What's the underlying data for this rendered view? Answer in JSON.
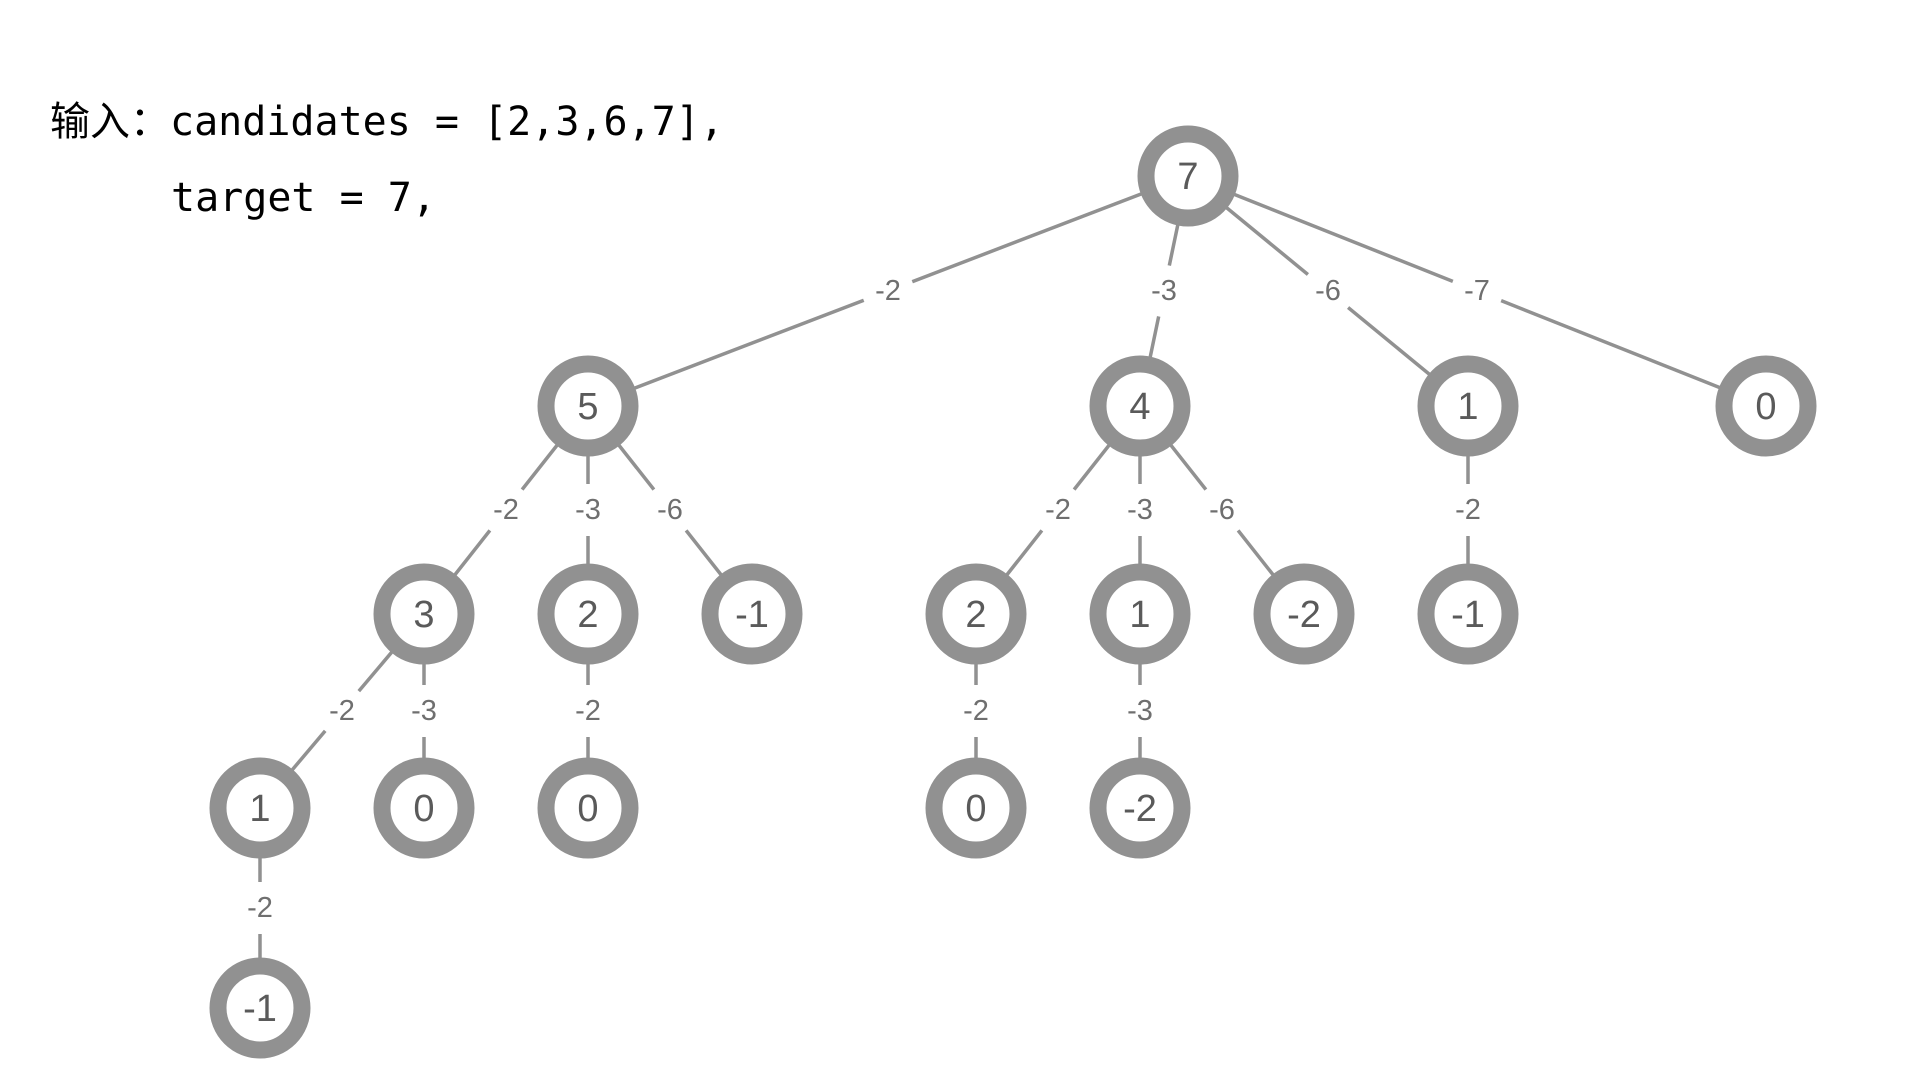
{
  "input": {
    "prefix": "输入：",
    "line1": "candidates = [2,3,6,7],",
    "line2": "target = 7,"
  },
  "tree": {
    "nodes": [
      {
        "id": "n0",
        "value": "7"
      },
      {
        "id": "n1",
        "value": "5"
      },
      {
        "id": "n2",
        "value": "4"
      },
      {
        "id": "n3",
        "value": "1"
      },
      {
        "id": "n4",
        "value": "0"
      },
      {
        "id": "n5",
        "value": "3"
      },
      {
        "id": "n6",
        "value": "2"
      },
      {
        "id": "n7",
        "value": "-1"
      },
      {
        "id": "n8",
        "value": "2"
      },
      {
        "id": "n9",
        "value": "1"
      },
      {
        "id": "n10",
        "value": "-2"
      },
      {
        "id": "n11",
        "value": "-1"
      },
      {
        "id": "n12",
        "value": "1"
      },
      {
        "id": "n13",
        "value": "0"
      },
      {
        "id": "n14",
        "value": "0"
      },
      {
        "id": "n15",
        "value": "0"
      },
      {
        "id": "n16",
        "value": "-2"
      },
      {
        "id": "n17",
        "value": "-1"
      }
    ],
    "edges": [
      {
        "from": "n0",
        "to": "n1",
        "label": "-2"
      },
      {
        "from": "n0",
        "to": "n2",
        "label": "-3"
      },
      {
        "from": "n0",
        "to": "n3",
        "label": "-6"
      },
      {
        "from": "n0",
        "to": "n4",
        "label": "-7"
      },
      {
        "from": "n1",
        "to": "n5",
        "label": "-2"
      },
      {
        "from": "n1",
        "to": "n6",
        "label": "-3"
      },
      {
        "from": "n1",
        "to": "n7",
        "label": "-6"
      },
      {
        "from": "n2",
        "to": "n8",
        "label": "-2"
      },
      {
        "from": "n2",
        "to": "n9",
        "label": "-3"
      },
      {
        "from": "n2",
        "to": "n10",
        "label": "-6"
      },
      {
        "from": "n3",
        "to": "n11",
        "label": "-2"
      },
      {
        "from": "n5",
        "to": "n12",
        "label": "-2"
      },
      {
        "from": "n5",
        "to": "n13",
        "label": "-3"
      },
      {
        "from": "n6",
        "to": "n14",
        "label": "-2"
      },
      {
        "from": "n8",
        "to": "n15",
        "label": "-2"
      },
      {
        "from": "n9",
        "to": "n16",
        "label": "-3"
      },
      {
        "from": "n12",
        "to": "n17",
        "label": "-2"
      }
    ]
  },
  "colors": {
    "node_stroke": "#919191",
    "edge": "#919191",
    "node_text": "#5a5a5a",
    "edge_text": "#6f6f6f"
  }
}
